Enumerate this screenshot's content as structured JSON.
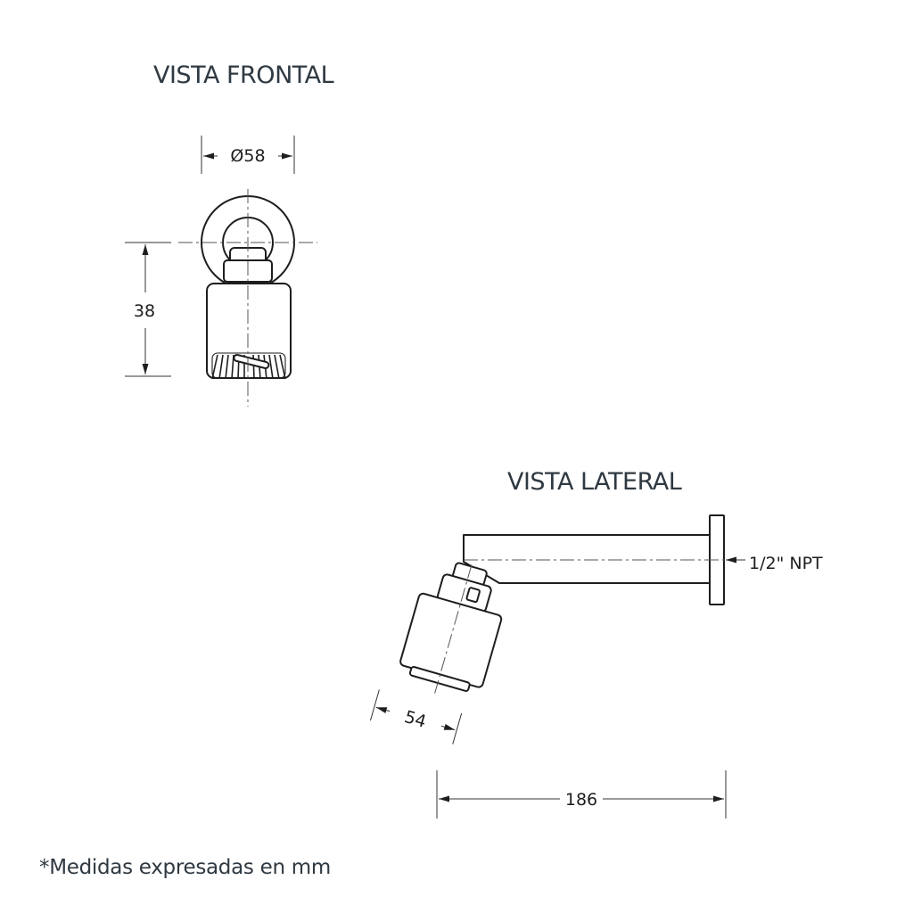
{
  "views": {
    "frontal": {
      "title": "VISTA FRONTAL"
    },
    "lateral": {
      "title": "VISTA LATERAL"
    }
  },
  "dimensions": {
    "frontal_diameter": "Ø58",
    "frontal_height": "38",
    "lateral_head": "54",
    "lateral_length": "186",
    "lateral_thread": "1/2\" NPT"
  },
  "footnote": "*Medidas expresadas en mm",
  "colors": {
    "line": "#1e1e1e",
    "title": "#2f3942"
  }
}
